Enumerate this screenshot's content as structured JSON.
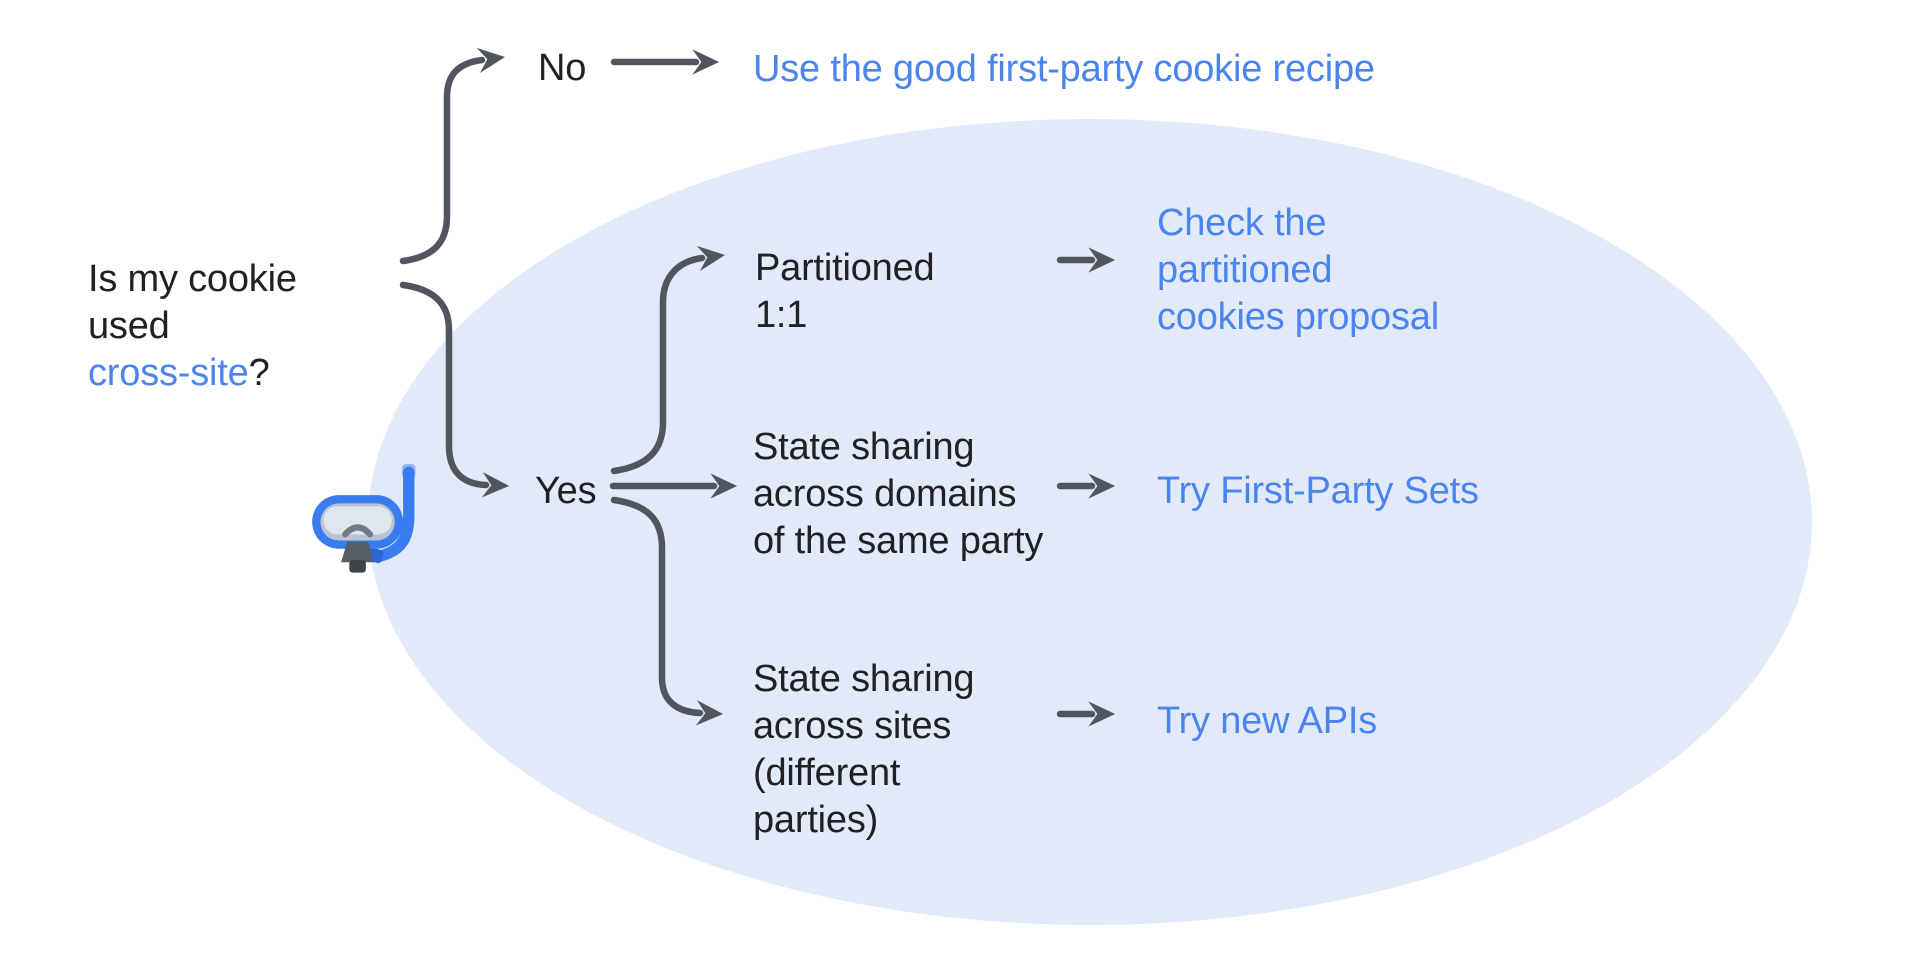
{
  "flowchart": {
    "question": {
      "text": "Is my cookie\nused\n",
      "link": "cross-site",
      "suffix": "?"
    },
    "no_branch": {
      "label": "No",
      "result": "Use the good first-party cookie recipe"
    },
    "yes_branch": {
      "label": "Yes"
    },
    "branches": [
      {
        "condition": "Partitioned\n1:1",
        "result": "Check the\npartitioned\ncookies proposal"
      },
      {
        "condition": "State sharing\nacross domains\nof the same party",
        "result": "Try First-Party Sets"
      },
      {
        "condition": "State sharing\nacross sites\n(different\nparties)",
        "result": "Try new APIs"
      }
    ],
    "icons": {
      "diving_mask": "diving-mask-icon"
    },
    "colors": {
      "link_blue": "#4a84ee",
      "text_dark": "#202124",
      "ellipse_fill": "#e2eafa",
      "arrow_gray": "#51565e"
    }
  }
}
